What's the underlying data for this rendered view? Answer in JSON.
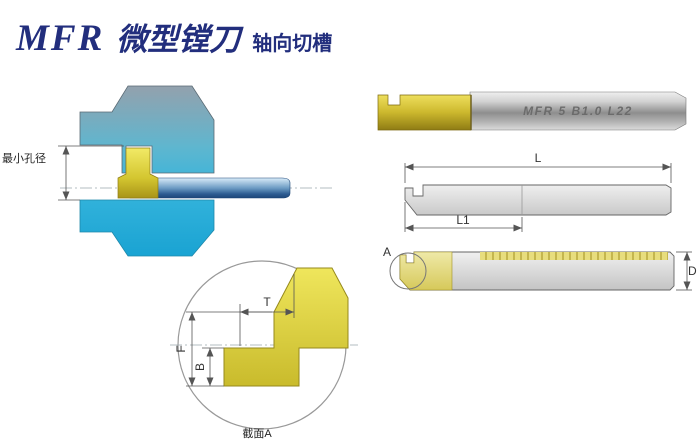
{
  "header": {
    "model": "MFR",
    "title": "微型镗刀",
    "subtitle": "轴向切槽"
  },
  "section_view": {
    "min_bore_label": "最小孔径"
  },
  "tool_photo": {
    "marking": "MFR 5 B1.0 L22"
  },
  "side_view": {
    "dim_overall_length": "L",
    "dim_head_length": "L1"
  },
  "end_view": {
    "detail_ref": "A",
    "dim_diameter": "D"
  },
  "detail_section": {
    "dim_width": "T",
    "dim_full_height": "F",
    "dim_step_height": "B",
    "caption": "截面A"
  },
  "colors": {
    "title_navy": "#222e7d",
    "workpiece_cyan": "#29b2dc",
    "workpiece_gray": "#8c9aa8",
    "insert_yellow": "#e2d83c",
    "boring_bar_steel": "#2f5f96",
    "shank_gray": "#9a9a9a",
    "drawing_line": "#555555"
  }
}
